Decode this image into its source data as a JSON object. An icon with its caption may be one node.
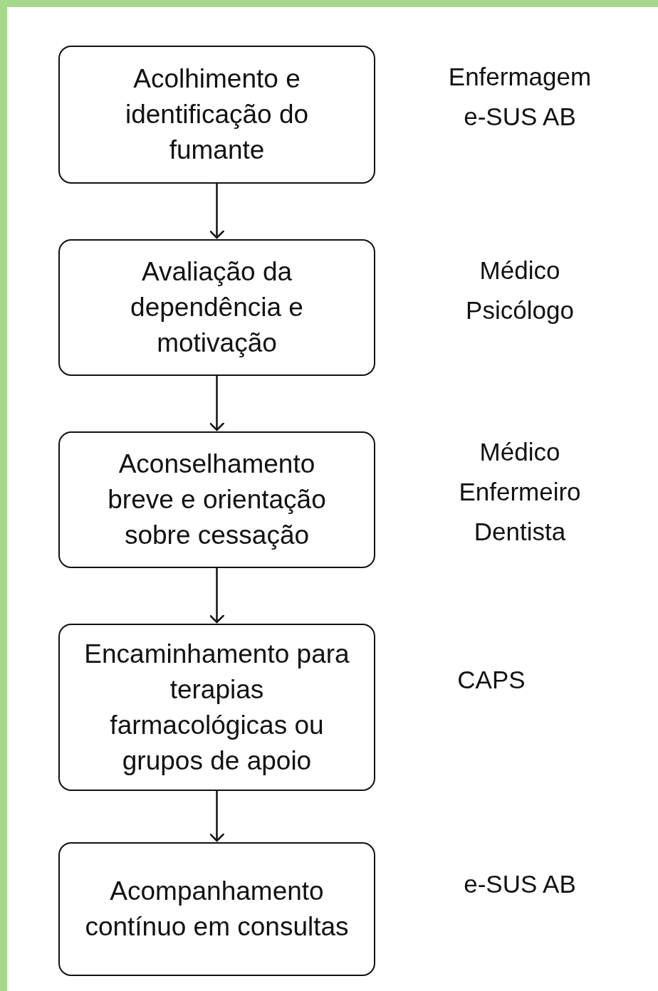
{
  "diagram": {
    "nodes": [
      {
        "text": [
          "Acolhimento e identificação do fumante"
        ],
        "beside": [
          "Enfermagem",
          "e-SUS AB"
        ]
      },
      {
        "text": [
          "Avaliação da dependência e motivação"
        ],
        "beside": [
          "Médico",
          "Psicólogo"
        ]
      },
      {
        "text": [
          "Aconselhamento breve e orientação sobre cessação"
        ],
        "beside": [
          "Médico",
          "Enfermeiro",
          "Dentista"
        ]
      },
      {
        "text": [
          "Encaminhamento para terapias farmacológicas ou grupos de apoio"
        ],
        "beside": [
          "CAPS"
        ]
      },
      {
        "text": [
          "Acompanhamento contínuo em consultas"
        ],
        "beside": [
          "e-SUS AB"
        ]
      }
    ],
    "edges": [
      {
        "from": 0,
        "to": 1,
        "arrow": "to"
      },
      {
        "from": 1,
        "to": 2,
        "arrow": "to"
      },
      {
        "from": 2,
        "to": 3,
        "arrow": "to"
      },
      {
        "from": 3,
        "to": 4,
        "arrow": "to"
      }
    ]
  }
}
